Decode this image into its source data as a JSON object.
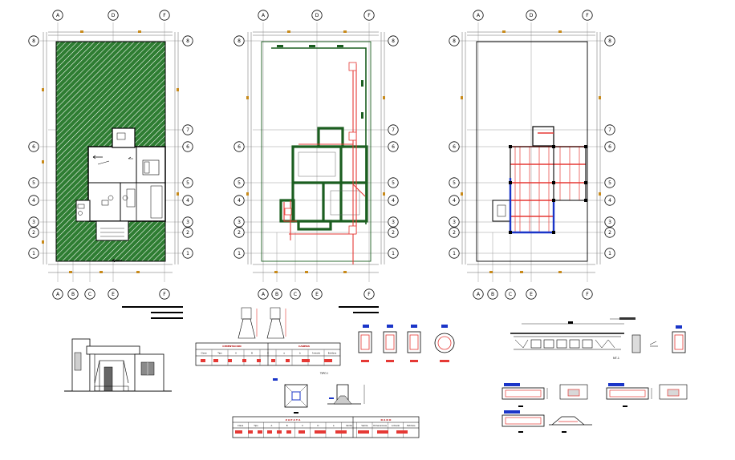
{
  "grid_labels": {
    "columns_top": [
      "A",
      "D",
      "F"
    ],
    "columns_bottom": [
      "A",
      "B",
      "C",
      "E",
      "F"
    ],
    "rows_left": [
      "8",
      "7",
      "6",
      "5",
      "4",
      "3",
      "2",
      "1"
    ]
  },
  "tables": {
    "cimentacion_title": "CIMENTACION",
    "cadena_title": "CADENA",
    "cimentacion_headers": [
      "Clave",
      "Tipo",
      "A",
      "B",
      "C",
      "a",
      "b",
      "Armado",
      "Estribos"
    ],
    "zapata_title": "Z A P A T A",
    "dado_title": "D A D O",
    "zapata_headers": [
      "Clave",
      "Tipo",
      "A",
      "B",
      "C",
      "D",
      "a",
      "Varilla",
      "Varilla",
      "Dimensiones",
      "Armado",
      "Estribos"
    ]
  },
  "captions": {
    "tipo": "TIPO I",
    "nervio": "NT-1"
  },
  "colors": {
    "hatch_green": "#2e7d32",
    "wall_green": "#1b5e20",
    "pipe_red": "#e53935",
    "beam_blue": "#1a35c8",
    "tag_blue": "#1a35c8",
    "dim_orange": "#c88a1a",
    "line_gray": "#8a8a8a"
  }
}
